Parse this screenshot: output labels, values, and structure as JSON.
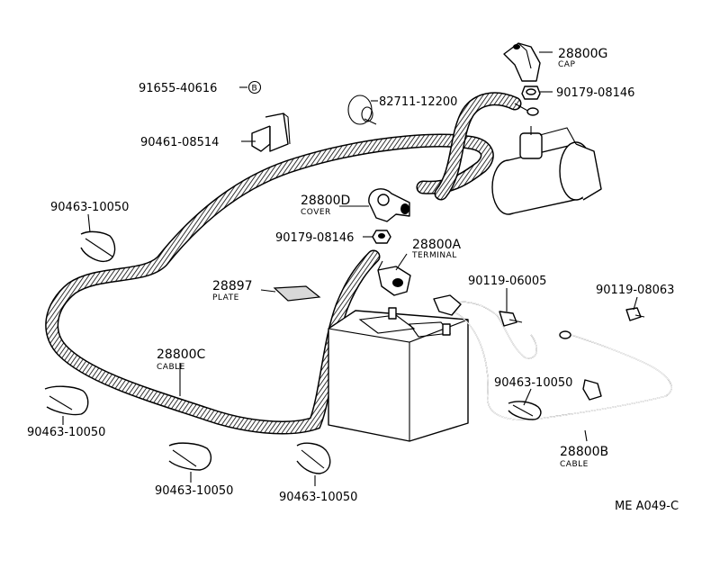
{
  "parts": {
    "cap": {
      "number": "28800G",
      "name": "CAP"
    },
    "nut_top": {
      "number": "90179-08146"
    },
    "clamp_clip": {
      "number": "82711-12200"
    },
    "bolt_b": {
      "number": "91655-40616",
      "marker": "B"
    },
    "bracket": {
      "number": "90461-08514"
    },
    "clamp_top_left": {
      "number": "90463-10050"
    },
    "cover": {
      "number": "28800D",
      "name": "COVER"
    },
    "nut_mid": {
      "number": "90179-08146"
    },
    "terminal": {
      "number": "28800A",
      "name": "TERMINAL"
    },
    "plate": {
      "number": "28897",
      "name": "PLATE"
    },
    "bolt_mid": {
      "number": "90119-06005"
    },
    "bolt_right": {
      "number": "90119-08063"
    },
    "cable_c": {
      "number": "28800C",
      "name": "CABLE"
    },
    "clamp_right": {
      "number": "90463-10050"
    },
    "clamp_left_low": {
      "number": "90463-10050"
    },
    "cable_b": {
      "number": "28800B",
      "name": "CABLE"
    },
    "clamp_bottom_mid": {
      "number": "90463-10050"
    },
    "clamp_bottom_right": {
      "number": "90463-10050"
    }
  },
  "figure_code": "ME A049-C"
}
